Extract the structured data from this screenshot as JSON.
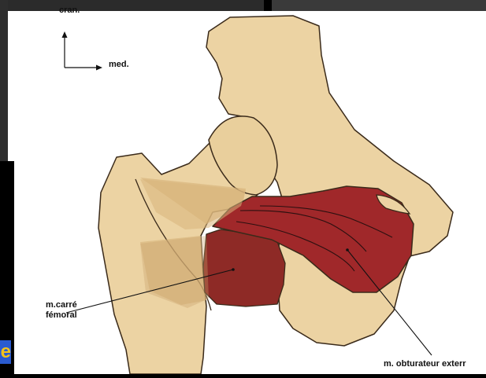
{
  "orientation": {
    "cranial_label": "cran.",
    "medial_label": "med."
  },
  "labels": {
    "quadratus_femoris": {
      "line1": "m.carré",
      "line2": "fémoral"
    },
    "obturator_externus": "m. obturateur exterr"
  },
  "slide_fragment_text": "e",
  "colors": {
    "background": "#000000",
    "panel": "#ffffff",
    "bone": "#ecd3a3",
    "bone_shadow": "#d9b57c",
    "muscle": "#a0282a",
    "muscle_dark": "#8e2a26",
    "outline": "#3a2a1a",
    "slide_fragment_bg": "#2a5bd0",
    "slide_fragment_text": "#f3c21a"
  }
}
